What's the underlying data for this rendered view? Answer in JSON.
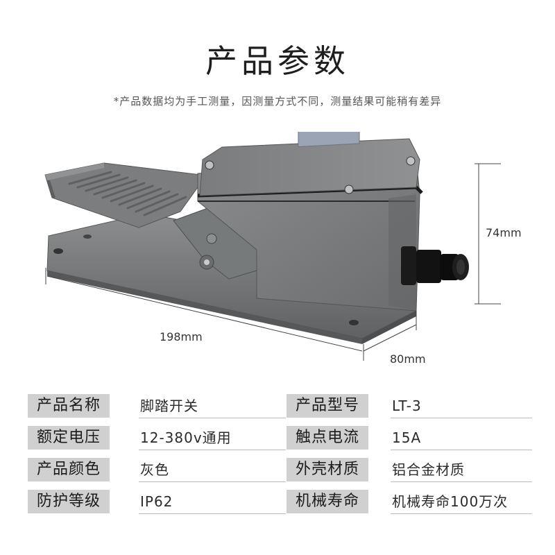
{
  "header": {
    "title": "产品参数",
    "note": "*产品数据均为手工测量，因测量方式不同，测量结果可能稍有差异"
  },
  "dimensions": {
    "height": "74mm",
    "length": "198mm",
    "width": "80mm"
  },
  "product_image": {
    "icon": "foot-pedal-switch-image",
    "body_color": "#7d7f80",
    "gland_color": "#151515"
  },
  "specs": [
    {
      "left_label": "产品名称",
      "left_value": "脚踏开关",
      "right_label": "产品型号",
      "right_value": "LT-3"
    },
    {
      "left_label": "额定电压",
      "left_value": "12-380v通用",
      "right_label": "触点电流",
      "right_value": "15A"
    },
    {
      "left_label": "产品颜色",
      "left_value": "灰色",
      "right_label": "外壳材质",
      "right_value": "铝合金材质"
    },
    {
      "left_label": "防护等级",
      "left_value": "IP62",
      "right_label": "机械寿命",
      "right_value": "机械寿命100万次"
    }
  ]
}
